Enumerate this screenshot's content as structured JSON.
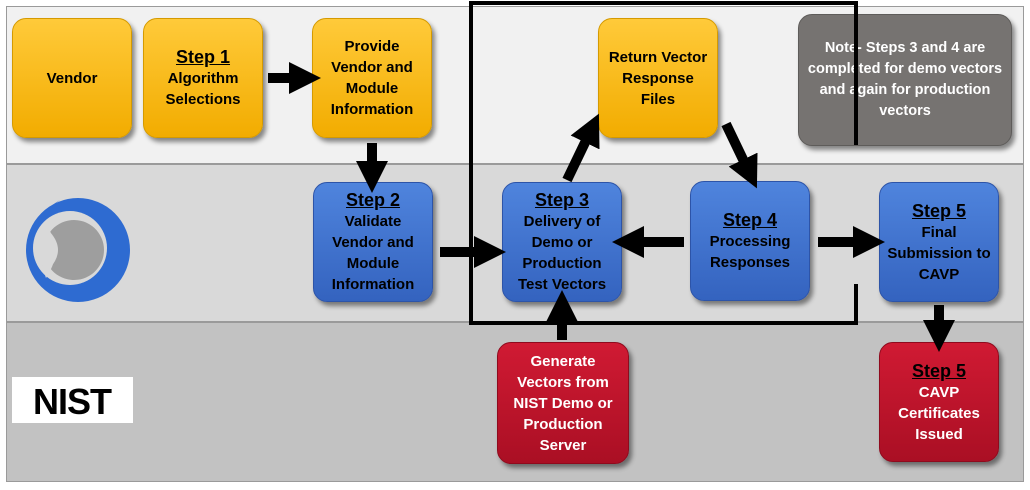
{
  "boxes": {
    "vendor": {
      "text": "Vendor"
    },
    "step1": {
      "step": "Step 1",
      "text": "Algorithm Selections"
    },
    "provide": {
      "text": "Provide Vendor and Module Information"
    },
    "return_vectors": {
      "text": "Return Vector Response Files"
    },
    "note": {
      "text": "Note- Steps 3 and 4 are completed for demo vectors and again for production vectors"
    },
    "step2": {
      "step": "Step 2",
      "text": "Validate Vendor and Module Information"
    },
    "step3": {
      "step": "Step 3",
      "text": "Delivery of Demo or Production Test Vectors"
    },
    "step4": {
      "step": "Step 4",
      "text": "Processing Responses"
    },
    "step5a": {
      "step": "Step 5",
      "text": "Final Submission to CAVP"
    },
    "generate": {
      "text": "Generate Vectors from NIST Demo or Production Server"
    },
    "step5b": {
      "step": "Step 5",
      "text": "CAVP Certificates Issued"
    }
  },
  "logo": {
    "nist": "NIST"
  },
  "colors": {
    "vendor_lane": "#f1f1f1",
    "acvp_lane": "#d9d9d9",
    "nist_lane": "#c2c2c2",
    "yellow": "#f5b300",
    "blue": "#3f6fcf",
    "red": "#bb1429",
    "gray_note": "#767371",
    "acvp_logo_blue": "#2e6bd1"
  }
}
